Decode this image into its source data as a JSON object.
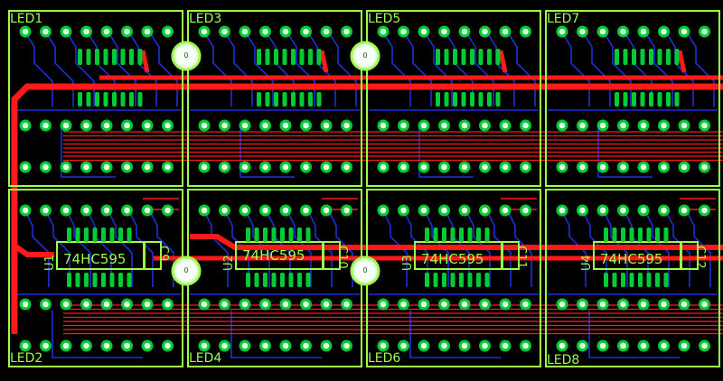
{
  "board": {
    "colors": {
      "background": "#000000",
      "outline": "#9dff4a",
      "top_copper": "#ff1a1a",
      "bottom_copper": "#1f2fd6",
      "pad": "#00cc33",
      "pad_hole": "#e8ffe8",
      "mount_hole": "#eaf6ea"
    },
    "led_labels": [
      "LED1",
      "LED2",
      "LED3",
      "LED4",
      "LED5",
      "LED6",
      "LED7",
      "LED8"
    ],
    "ic_refs": [
      "U1",
      "U2",
      "U3",
      "U4"
    ],
    "ic_values": [
      "74HC595",
      "74HC595",
      "74HC595",
      "74HC595"
    ],
    "cap_refs": [
      "C9",
      "C10",
      "C11",
      "C12"
    ],
    "mount_hole_labels": [
      "0",
      "0",
      "0",
      "0"
    ]
  }
}
